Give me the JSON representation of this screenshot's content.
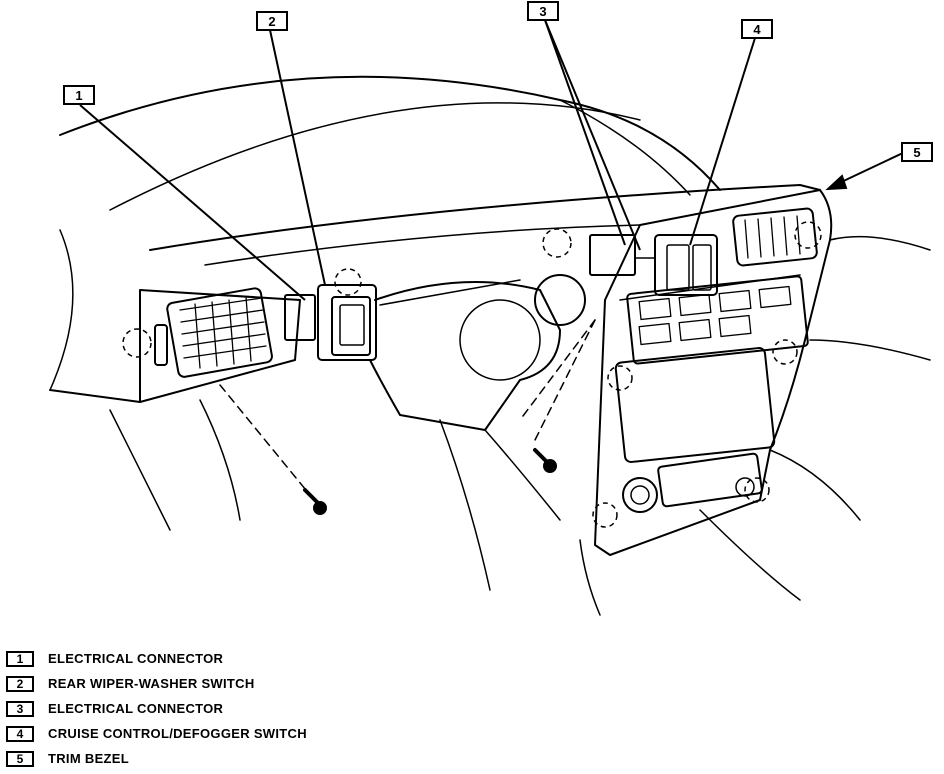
{
  "callouts": [
    {
      "num": "1",
      "label": "ELECTRICAL CONNECTOR"
    },
    {
      "num": "2",
      "label": "REAR WIPER-WASHER SWITCH"
    },
    {
      "num": "3",
      "label": "ELECTRICAL CONNECTOR"
    },
    {
      "num": "4",
      "label": "CRUISE CONTROL/DEFOGGER SWITCH"
    },
    {
      "num": "5",
      "label": "TRIM BEZEL"
    }
  ]
}
